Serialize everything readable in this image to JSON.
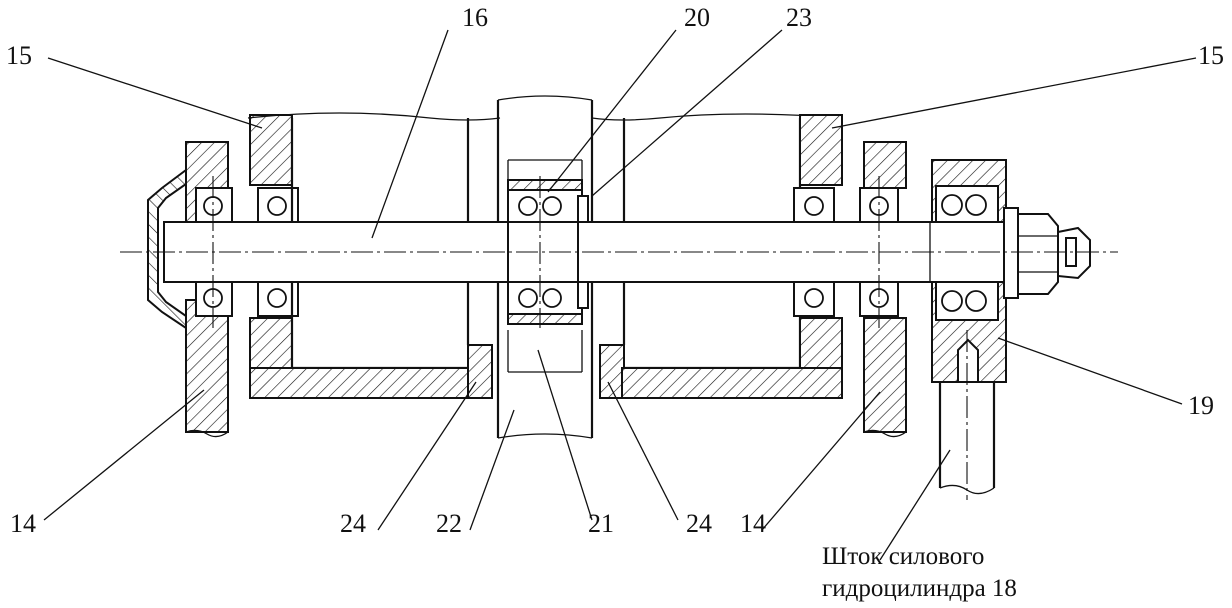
{
  "callouts": {
    "c15_left": "15",
    "c16": "16",
    "c20": "20",
    "c23": "23",
    "c15_right": "15",
    "c19": "19",
    "c14_left": "14",
    "c24_left": "24",
    "c22": "22",
    "c21": "21",
    "c24_right": "24",
    "c14_right": "14"
  },
  "caption": {
    "line1": "Шток силового",
    "line2": "гидроцилиндра 18"
  }
}
